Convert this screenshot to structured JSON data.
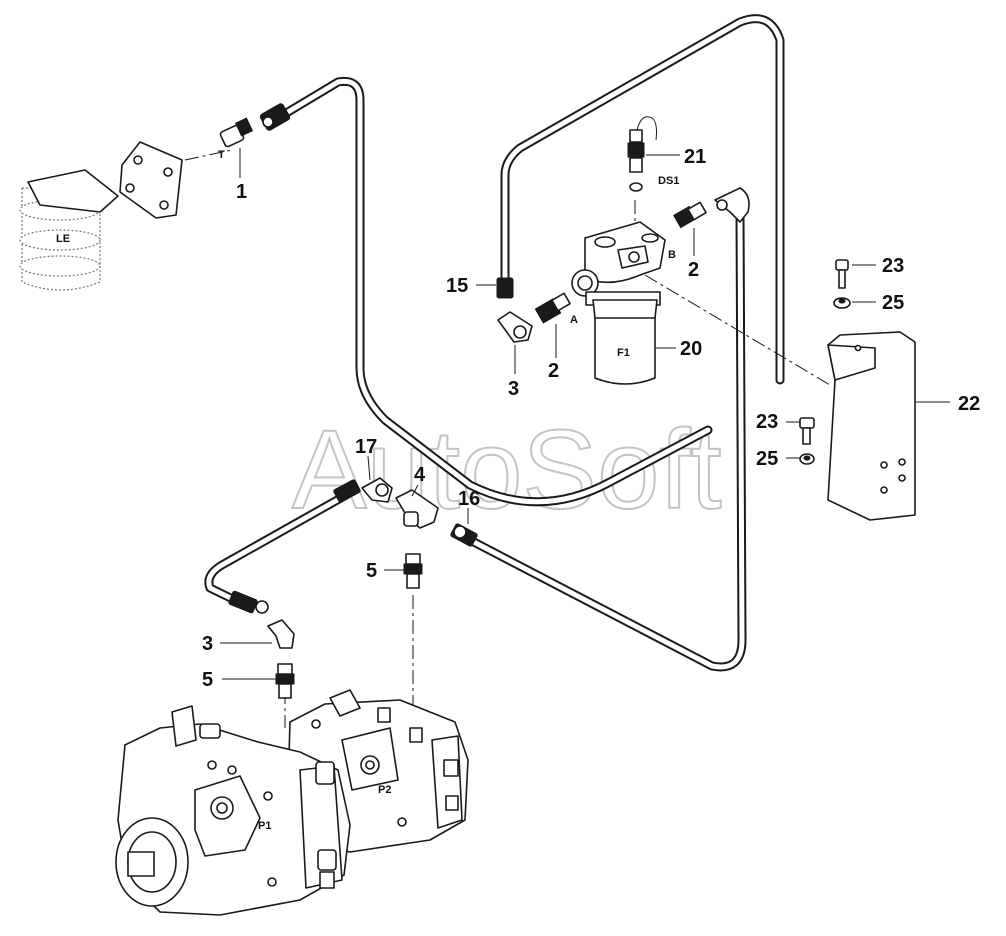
{
  "watermark": "AutoSoft",
  "callouts": {
    "c1": "1",
    "c2a": "2",
    "c2b": "2",
    "c3a": "3",
    "c3b": "3",
    "c4": "4",
    "c5a": "5",
    "c5b": "5",
    "c15": "15",
    "c16": "16",
    "c17": "17",
    "c20": "20",
    "c21": "21",
    "c22": "22",
    "c23a": "23",
    "c23b": "23",
    "c25a": "25",
    "c25b": "25"
  },
  "tags": {
    "le": "LE",
    "t": "T",
    "a": "A",
    "b": "B",
    "f1": "F1",
    "ds1": "DS1",
    "p1": "P1",
    "p2": "P2"
  }
}
